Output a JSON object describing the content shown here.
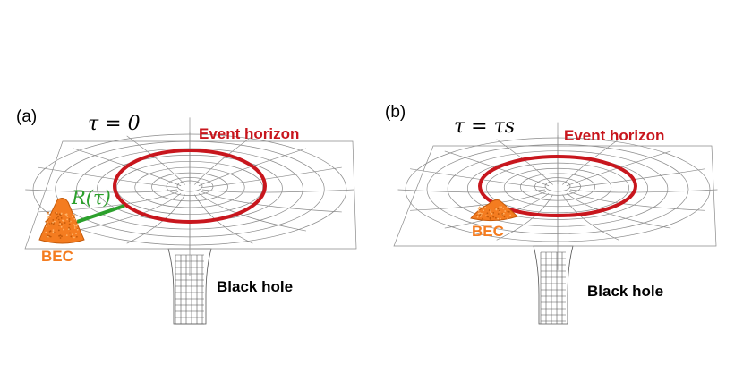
{
  "colors": {
    "horizon": "#c8161d",
    "bec": "#f47c20",
    "bec_dark": "#c45a0a",
    "radius_line": "#2ca02c",
    "grid": "#8a8a8a"
  },
  "panel_a": {
    "label": "(a)",
    "tau": "τ = 0",
    "horizon_label": "Event horizon",
    "black_hole_label": "Black hole",
    "bec_label": "BEC",
    "radius_label": "R(τ)"
  },
  "panel_b": {
    "label": "(b)",
    "tau": "τ = τs",
    "horizon_label": "Event horizon",
    "black_hole_label": "Black hole",
    "bec_label": "BEC"
  }
}
